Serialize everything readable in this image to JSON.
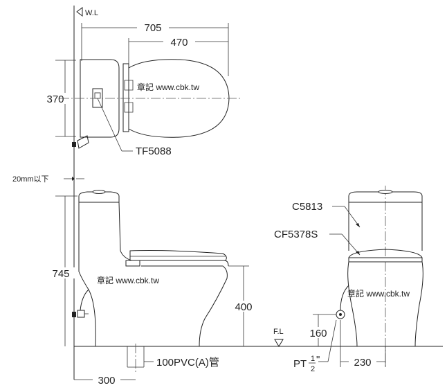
{
  "labels": {
    "wl": "W.L",
    "fl": "F.L",
    "floor_gap": "20mm以下",
    "pipe": "100PVC(A)管",
    "pt": "PT",
    "pt_frac_num": "1",
    "pt_frac_den": "2",
    "pt_inch": "\"",
    "part_tank_lever": "TF5088",
    "part_tank": "C5813",
    "part_seat": "CF5378S"
  },
  "dimensions": {
    "d705": "705",
    "d470": "470",
    "d370": "370",
    "d745": "745",
    "d400": "400",
    "d300": "300",
    "d160": "160",
    "d230": "230"
  },
  "watermark": {
    "text": "章記 www.cbk.tw"
  }
}
